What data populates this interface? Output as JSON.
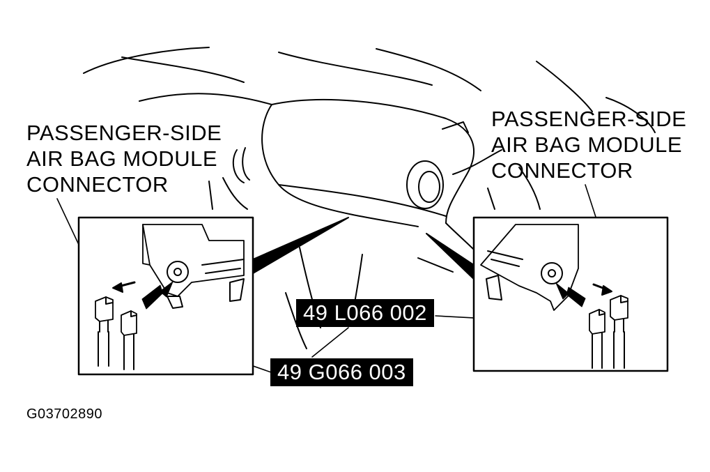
{
  "callouts": {
    "left": [
      "PASSENGER-SIDE",
      "AIR BAG MODULE",
      "CONNECTOR"
    ],
    "right": [
      "PASSENGER-SIDE",
      "AIR BAG MODULE",
      "CONNECTOR"
    ]
  },
  "tools": {
    "l066": "49 L066 002",
    "g066": "49 G066 003"
  },
  "figure_id": "G03702890",
  "colors": {
    "ink": "#000000",
    "paper": "#ffffff"
  }
}
